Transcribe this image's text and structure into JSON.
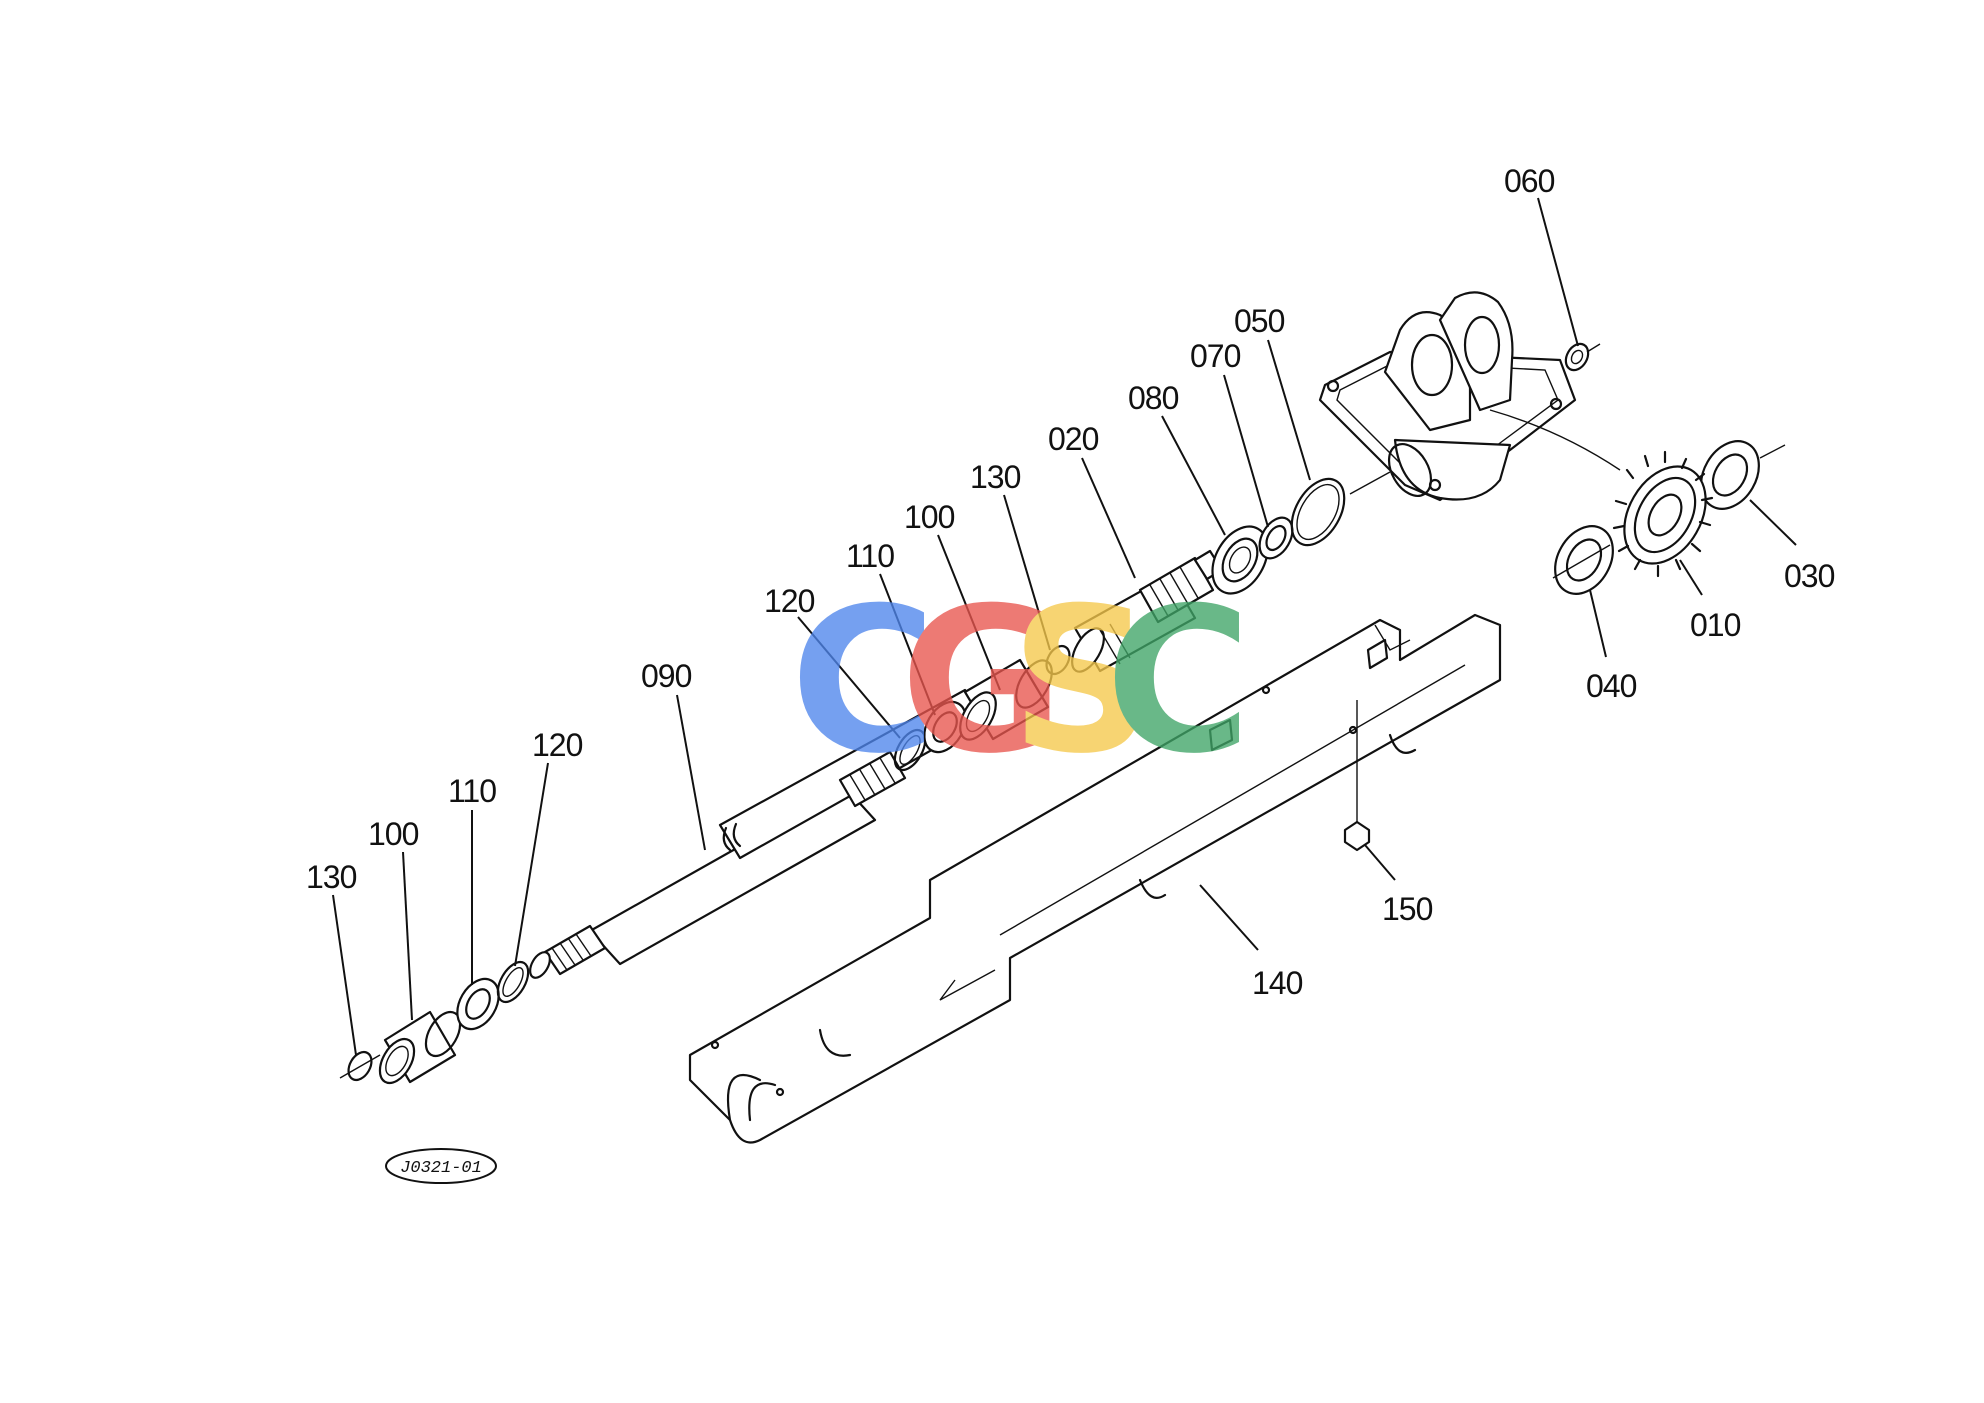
{
  "diagram": {
    "reference_code": "J0321-01",
    "callouts": {
      "c060": "060",
      "c050": "050",
      "c070": "070",
      "c080": "080",
      "c020": "020",
      "c130a": "130",
      "c100a": "100",
      "c110a": "110",
      "c120a": "120",
      "c090": "090",
      "c120b": "120",
      "c110b": "110",
      "c100b": "100",
      "c130b": "130",
      "c030": "030",
      "c010": "010",
      "c040": "040",
      "c150": "150",
      "c140": "140"
    }
  },
  "watermark": {
    "text_letters": [
      "C",
      "G",
      "S",
      "C"
    ],
    "colors": [
      "#4f86ec",
      "#e8554e",
      "#f5c84b",
      "#40a567"
    ]
  }
}
